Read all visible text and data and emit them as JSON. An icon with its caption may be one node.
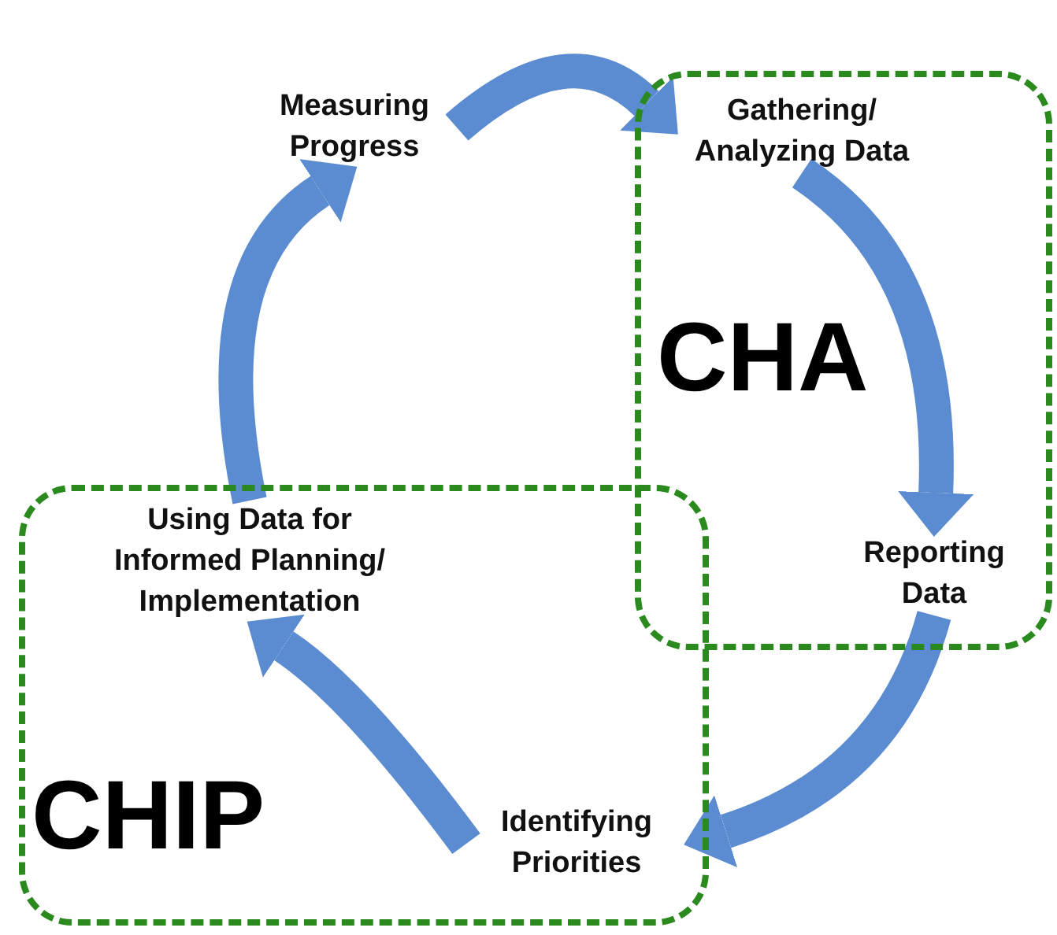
{
  "diagram": {
    "nodes": [
      {
        "text": [
          "Measuring Progress"
        ]
      },
      {
        "text": [
          "CHA"
        ]
      },
      {
        "text": [
          "Gathering/ Analyzing Data"
        ],
        "in": 1
      },
      {
        "text": [
          "Reporting Data"
        ],
        "in": 1
      },
      {
        "text": [
          "CHIP"
        ]
      },
      {
        "text": [
          "Identifying Priorities"
        ],
        "in": 4
      },
      {
        "text": [
          "Using Data for Informed Planning/ Implementation"
        ],
        "in": 4
      }
    ],
    "edges": [
      {
        "from": 0,
        "to": 2,
        "arrow": "to"
      },
      {
        "from": 2,
        "to": 3,
        "arrow": "to"
      },
      {
        "from": 3,
        "to": 5,
        "arrow": "to"
      },
      {
        "from": 5,
        "to": 6,
        "arrow": "to"
      },
      {
        "from": 6,
        "to": 0,
        "arrow": "to"
      }
    ]
  }
}
